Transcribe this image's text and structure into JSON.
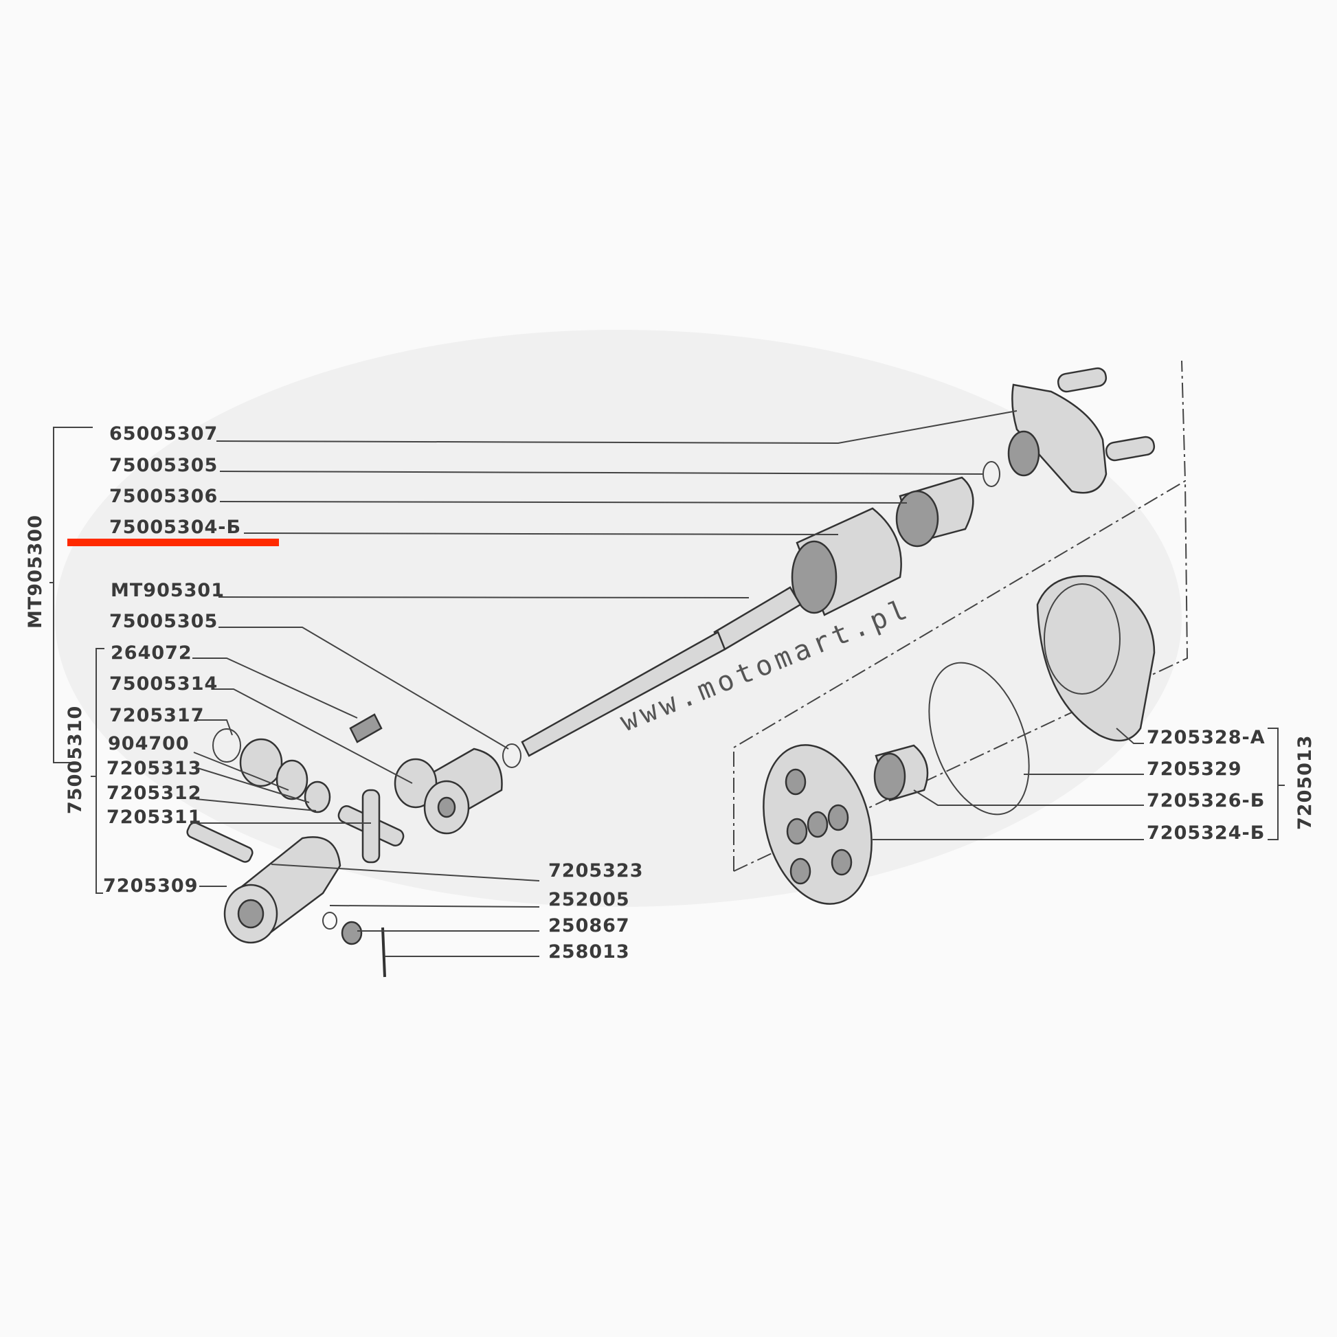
{
  "assemblies": {
    "main": "MT905300",
    "joint": "75005310",
    "coupling": "7205013"
  },
  "left_labels": [
    "65005307",
    "75005305",
    "75005306",
    "75005304-Б",
    "MT905301",
    "75005305",
    "264072",
    "75005314",
    "7205317",
    "904700",
    "7205313",
    "7205312",
    "7205311",
    "7205309"
  ],
  "bottom_labels": [
    "7205323",
    "252005",
    "250867",
    "258013"
  ],
  "right_labels": [
    "7205328-А",
    "7205329",
    "7205326-Б",
    "7205324-Б"
  ],
  "watermark": "www.motomart.pl",
  "highlight_color": "#ff2a00"
}
